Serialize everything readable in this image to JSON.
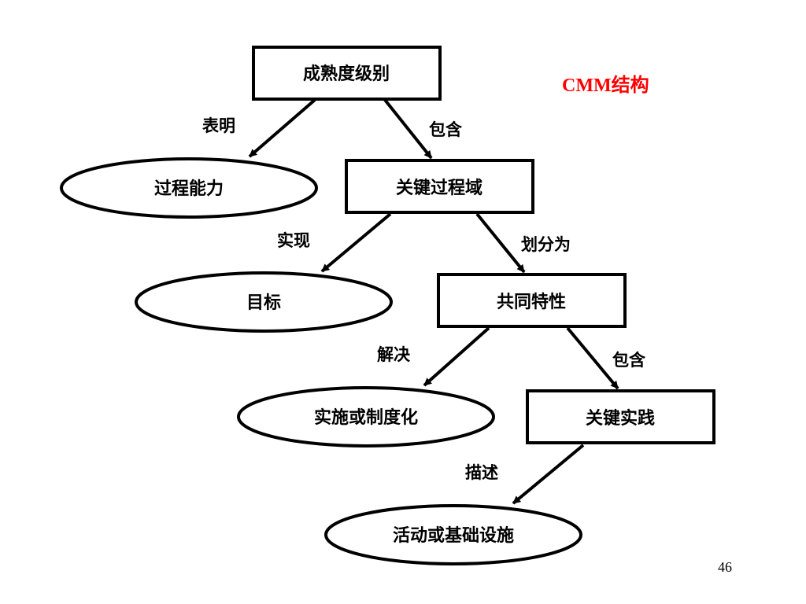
{
  "title": "CMM结构",
  "title_color": "#ff0000",
  "page_number": "46",
  "nodes": {
    "maturity_level": "成熟度级别",
    "process_capability": "过程能力",
    "key_process_area": "关键过程域",
    "goals": "目标",
    "common_features": "共同特性",
    "implementation_institutionalization": "实施或制度化",
    "key_practices": "关键实践",
    "activities_infrastructure": "活动或基础设施"
  },
  "edges": {
    "indicates": "表明",
    "contains_1": "包含",
    "achieves": "实现",
    "divided_into": "划分为",
    "addresses": "解决",
    "contains_2": "包含",
    "describes": "描述"
  }
}
